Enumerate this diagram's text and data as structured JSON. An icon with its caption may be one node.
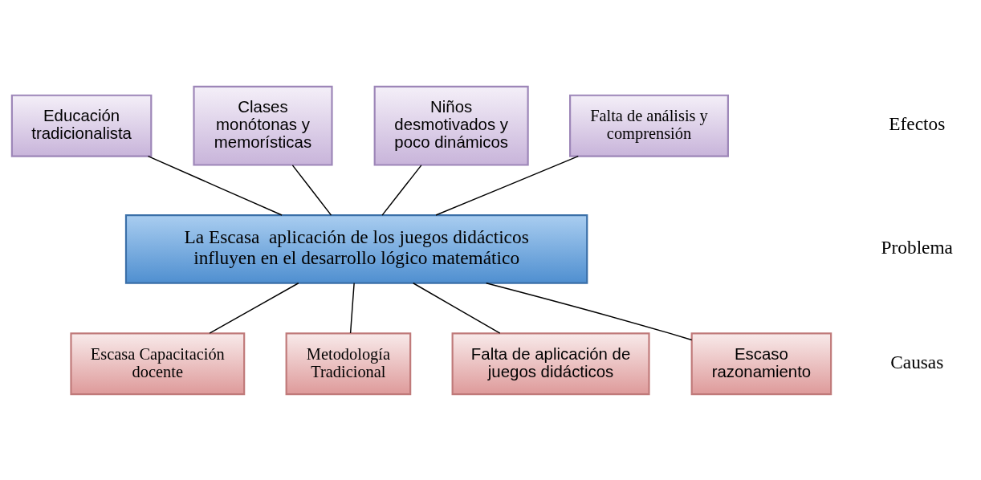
{
  "diagram": {
    "nodes": [
      {
        "text": [
          "Educación tradicionalista"
        ]
      },
      {
        "text": [
          "Clases monótonas y memorísticas"
        ]
      },
      {
        "text": [
          "Niños desmotivados y poco dinámicos"
        ]
      },
      {
        "text": [
          "Falta de análisis y comprensión"
        ]
      },
      {
        "text": [
          "La Escasa  aplicación de los juegos didácticos influyen en el desarrollo lógico matemático"
        ]
      },
      {
        "text": [
          "Escasa Capacitación docente"
        ]
      },
      {
        "text": [
          "Metodología Tradicional"
        ]
      },
      {
        "text": [
          "Falta de aplicación de juegos didácticos"
        ]
      },
      {
        "text": [
          "Escaso razonamiento"
        ]
      }
    ],
    "edges": [
      {
        "from": 0,
        "to": 4,
        "arrow": "none"
      },
      {
        "from": 1,
        "to": 4,
        "arrow": "none"
      },
      {
        "from": 2,
        "to": 4,
        "arrow": "none"
      },
      {
        "from": 3,
        "to": 4,
        "arrow": "none"
      },
      {
        "from": 4,
        "to": 5,
        "arrow": "none"
      },
      {
        "from": 4,
        "to": 6,
        "arrow": "none"
      },
      {
        "from": 4,
        "to": 7,
        "arrow": "none"
      },
      {
        "from": 4,
        "to": 8,
        "arrow": "none"
      }
    ],
    "labels": [
      "Efectos",
      "Problema",
      "Causas"
    ]
  }
}
